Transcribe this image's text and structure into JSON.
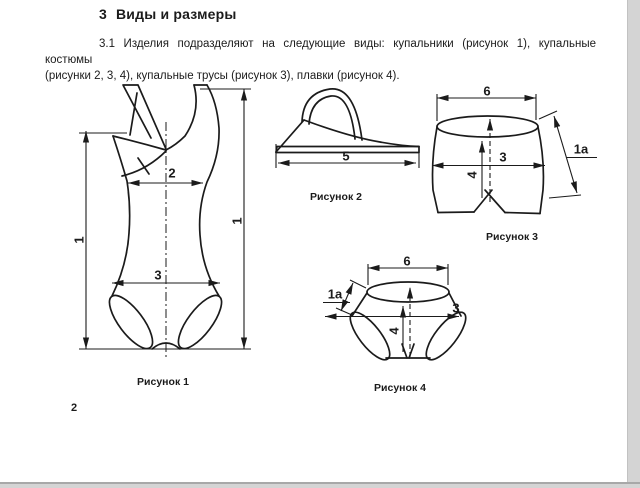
{
  "page": {
    "heading_number": "3",
    "heading_title": "Виды и размеры",
    "para_line1": "3.1 Изделия подразделяют на следующие виды: купальники (рисунок 1), купальные костюмы",
    "para_line2": "(рисунки 2, 3, 4), купальные трусы (рисунок 3), плавки (рисунок 4).",
    "page_number": "2"
  },
  "figures": {
    "fig1": {
      "caption": "Рисунок 1",
      "dim_height_left": "1",
      "dim_height_right": "1",
      "dim_bust": "2",
      "dim_hip": "3"
    },
    "fig2": {
      "caption": "Рисунок 2",
      "dim_width": "5"
    },
    "fig3": {
      "caption": "Рисунок 3",
      "dim_waist": "6",
      "dim_hip": "3",
      "dim_rise": "4",
      "dim_side": "1a"
    },
    "fig4": {
      "caption": "Рисунок 4",
      "dim_waist": "6",
      "dim_hip": "3",
      "dim_rise": "4",
      "dim_side": "1a"
    }
  }
}
